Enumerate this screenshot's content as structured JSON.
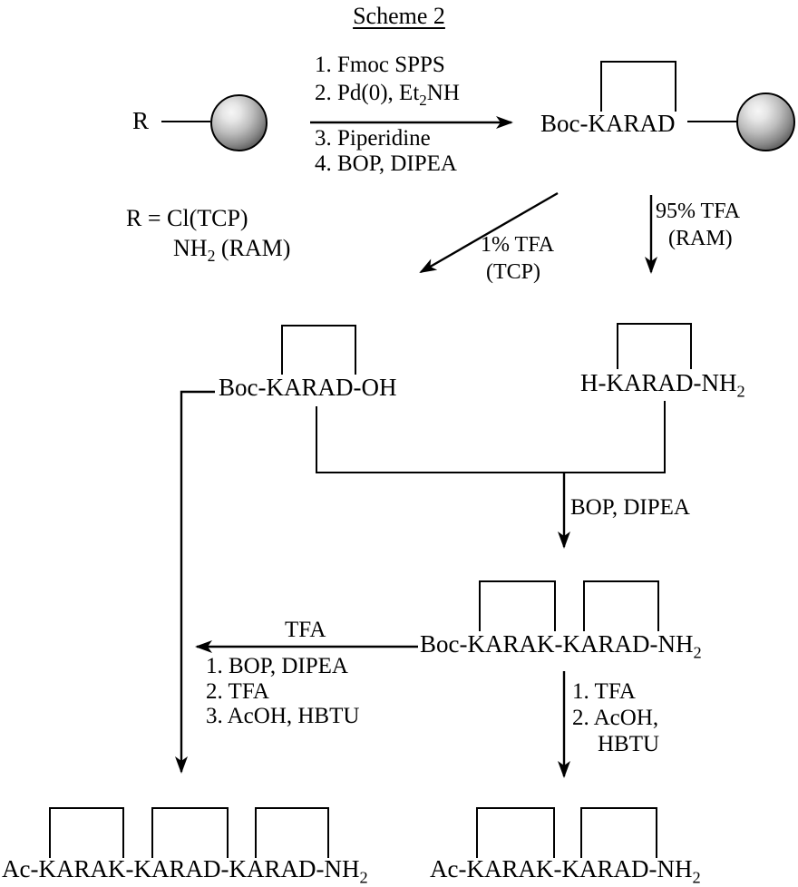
{
  "colors": {
    "ink": "#000000",
    "bead_light": "#f6f6f6",
    "bead_dark": "#1e1e1e"
  },
  "title": "Scheme 2",
  "reactant": {
    "label": "R"
  },
  "step1_reagents": {
    "line1": "1. Fmoc SPPS",
    "line2_pre": "2. Pd(0), Et",
    "line2_sub": "2",
    "line2_post": "NH",
    "line3": "3. Piperidine",
    "line4": "4. BOP, DIPEA"
  },
  "resin_intermediate": {
    "label": "Boc-KARAD"
  },
  "r_definition": {
    "line1": "R = Cl(TCP)",
    "line2_pre": "NH",
    "line2_sub": "2",
    "line2_post": " (RAM)"
  },
  "tcp_cleavage": {
    "line1": "1% TFA",
    "line2": "(TCP)"
  },
  "ram_cleavage": {
    "line1": "95% TFA",
    "line2": "(RAM)"
  },
  "fragment_acid": {
    "label": "Boc-KARAD-OH"
  },
  "fragment_amide": {
    "pre": "H-KARAD-NH",
    "sub": "2"
  },
  "coupling": {
    "label": "BOP, DIPEA"
  },
  "coupled_product": {
    "pre": "Boc-KARAK-KARAD-NH",
    "sub": "2"
  },
  "left_branch": {
    "above": "TFA",
    "line1": "1. BOP, DIPEA",
    "line2": "2. TFA",
    "line3": "3. AcOH, HBTU"
  },
  "right_branch": {
    "line1": "1. TFA",
    "line2": "2. AcOH,",
    "line3": "HBTU"
  },
  "product_left": {
    "pre": "Ac-KARAK-KARAD-KARAD-NH",
    "sub": "2"
  },
  "product_right": {
    "pre": "Ac-KARAK-KARAD-NH",
    "sub": "2"
  }
}
